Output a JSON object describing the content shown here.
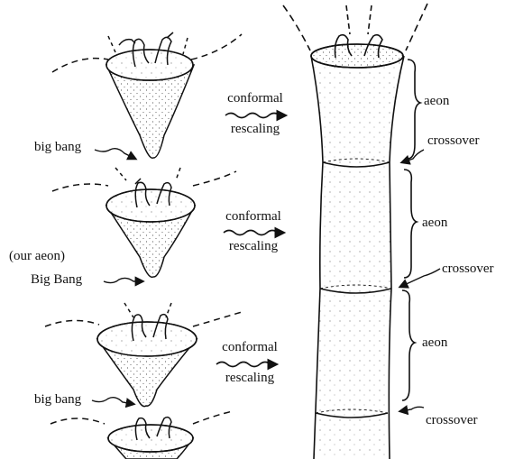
{
  "labels": {
    "conformal_1": "conformal",
    "rescaling_1": "rescaling",
    "conformal_2": "conformal",
    "rescaling_2": "rescaling",
    "conformal_3": "conformal",
    "rescaling_3": "rescaling",
    "big_bang_top": "big bang",
    "our_aeon": "(our aeon)",
    "big_bang_mid": "Big Bang",
    "big_bang_bottom": "big bang",
    "aeon_1": "aeon",
    "crossover_1": "crossover",
    "aeon_2": "aeon",
    "crossover_2": "crossover",
    "aeon_3": "aeon",
    "crossover_3": "crossover"
  },
  "colors": {
    "ink": "#111111",
    "paper": "#ffffff"
  }
}
